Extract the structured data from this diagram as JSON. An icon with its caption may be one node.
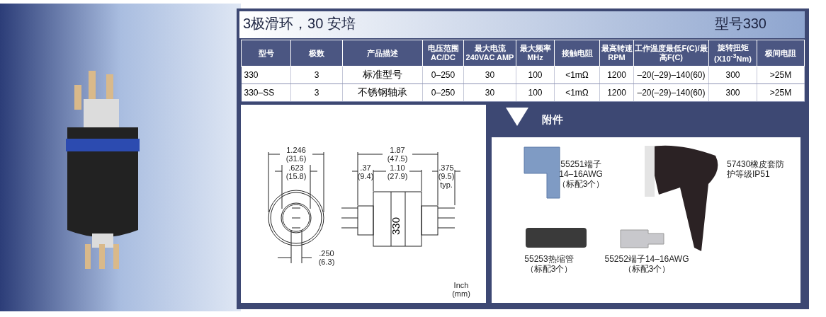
{
  "diagram": {
    "title": "3极滑环，30 安培",
    "labels": [
      "型号330",
      "型号",
      "极数",
      "产品描述",
      "电压范围 AC/DC",
      "最大电流 240VAC AMP",
      "最大频率 MHz",
      "接触电阻",
      "最高转速 RPM",
      "工作温度最低F(C)/最高F(C)",
      "旋转扭矩 (X10$^{-3}$Nm)",
      "极间电阻",
      "330",
      "3",
      "标准型号",
      "0–250",
      "30",
      "100",
      "<1mΩ",
      "1200",
      "–20(–29)–140(60)",
      "300",
      ">25M",
      "330–SS",
      "3",
      "不锈钢轴承",
      "0–250",
      "30",
      "100",
      "<1mΩ",
      "1200",
      "–20(–29)–140(60)",
      "300",
      ">25M",
      "附件",
      "1.246 (31.6)",
      ".623 (15.8)",
      "1.87 (47.5)",
      ".37 (9.4)",
      "1.10 (27.9)",
      ".375 (9.5) typ.",
      "330",
      ".250 (6.3)",
      "Inch (mm)",
      "55251端子 14–16AWG （标配3个）",
      "57430橡皮套防护等级IP51",
      "55253热缩管（标配3个）",
      "55252端子14–16AWG （标配3个）"
    ]
  }
}
